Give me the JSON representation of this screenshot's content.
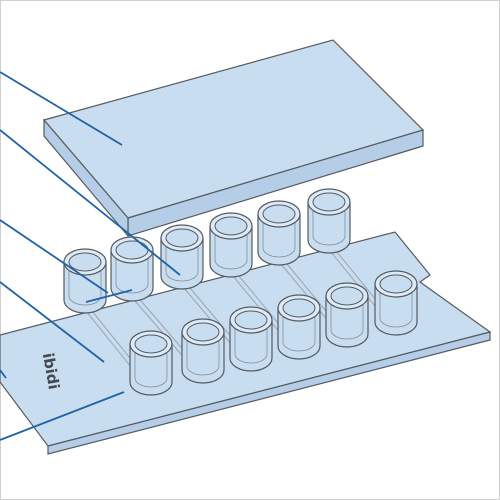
{
  "diagram": {
    "brand_label": "ibidi",
    "colors": {
      "fill": "#c9ddf1",
      "fill_light": "#ddeaf7",
      "side": "#b5cde6",
      "stroke": "#555b61",
      "leader": "#1f63a8",
      "channel": "#9aa6b2",
      "border": "#cfcfcf"
    },
    "parts": [
      {
        "id": "lid"
      },
      {
        "id": "well-connector-back"
      },
      {
        "id": "well-back"
      },
      {
        "id": "channel"
      },
      {
        "id": "well-front"
      },
      {
        "id": "slide-bottom"
      }
    ]
  }
}
